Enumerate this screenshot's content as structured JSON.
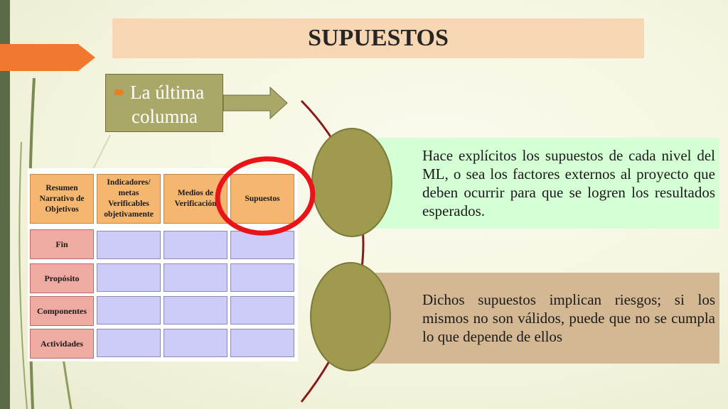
{
  "title": "SUPUESTOS",
  "callout": {
    "line1": "La última",
    "line2": "columna"
  },
  "panels": [
    "Hace explícitos los supuestos de cada nivel del ML, o sea los factores externos al proyecto que deben ocurrir para que se logren los resultados esperados.",
    "Dichos supuestos implican riesgos; si los mismos no son válidos, puede que no se cumpla lo que depende de ellos"
  ],
  "matrix": {
    "headers": [
      "Resumen Narrativo de Objetivos",
      "Indicadores/ metas Verificables objetivamente",
      "Medios de Verificación",
      "Supuestos"
    ],
    "rows": [
      "Fin",
      "Propósito",
      "Componentes",
      "Actividades"
    ]
  },
  "colors": {
    "title_bg": "#f7d6b4",
    "callout_bg": "#aaa868",
    "highlight_ring": "#e8141a",
    "panel_top": "#d5ffd5",
    "panel_bottom": "#d4b894",
    "circle": "#a09a4e",
    "header_cell": "#f5b66f",
    "row_cell": "#efaaa2",
    "blank_cell": "#cdccf8"
  }
}
